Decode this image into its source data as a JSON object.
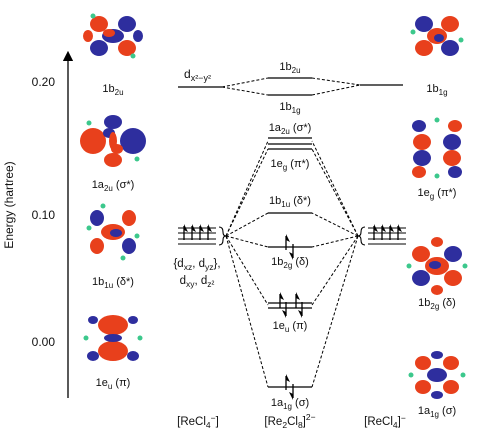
{
  "axis": {
    "label": "Energy (hartree)",
    "ticks": [
      "0.20",
      "0.10",
      "0.00"
    ]
  },
  "fragments": {
    "left": "[ReCl₄]⁻",
    "center": "[Re₂Cl₈]²⁻",
    "right": "[ReCl₄]⁻"
  },
  "d_orbitals": {
    "top_label": "dx²−y²",
    "set_line1": "{dxz, dyz},",
    "set_line2": "dxy, dz²"
  },
  "levels": {
    "b2u": "1b₂u",
    "b1g": "1b₁g",
    "a2u": "1a₂u (σ*)",
    "eg": "1e_g (π*)",
    "b1u": "1b₁u (δ*)",
    "b2g": "1b₂g (δ)",
    "eu": "1e_u (π)",
    "a1g": "1a₁g (σ)"
  },
  "left_orbitals": [
    {
      "label": "1b₂u"
    },
    {
      "label": "1a₂u (σ*)"
    },
    {
      "label": "1b₁u (δ*)"
    },
    {
      "label": "1e_u (π)"
    }
  ],
  "right_orbitals": [
    {
      "label": "1b₁g"
    },
    {
      "label": "1e_g (π*)"
    },
    {
      "label": "1b₂g (δ)"
    },
    {
      "label": "1a₁g (σ)"
    }
  ],
  "colors": {
    "lobe_positive": "#e8401c",
    "lobe_negative": "#2e2e9e",
    "chlorine": "#3cc88c",
    "line": "#000000"
  }
}
